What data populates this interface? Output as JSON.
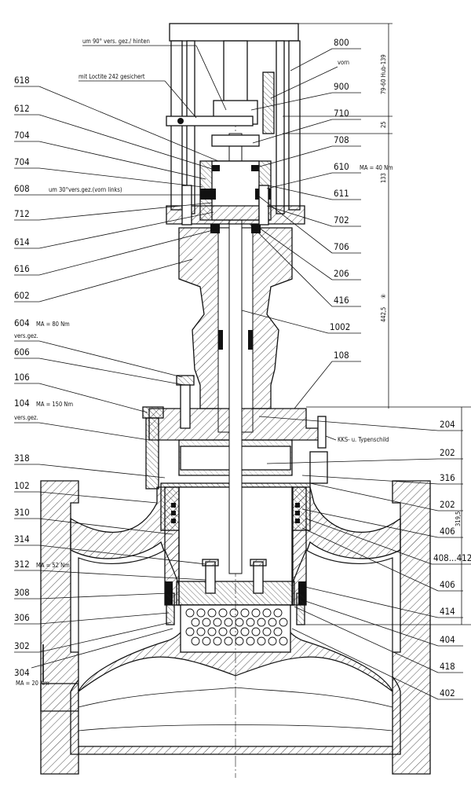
{
  "diagram": {
    "notes": {
      "rotated_rear": "um 90° vers. gez./ hinten",
      "loctite": "mit Loctite 242 gesichert",
      "front": "vorn",
      "rotated_30": "um 30°vers.gez.(vorn links)",
      "nameplate": "KKS- u. Typenschild",
      "ma_80": "MA = 80 Nm",
      "ma_150": "MA = 150 Nm",
      "ma_52": "MA = 52 Nm",
      "ma_20": "MA = 20 Nm",
      "ma_40": "MA = 40 Nm",
      "vers_gez_1": "vers.gez.",
      "vers_gez_2": "vers.gez."
    },
    "left_labels": [
      "618",
      "612",
      "704",
      "704",
      "608",
      "712",
      "614",
      "616",
      "602",
      "604",
      "606",
      "106",
      "104",
      "318",
      "102",
      "310",
      "314",
      "312",
      "308",
      "306",
      "302",
      "304"
    ],
    "right_labels": [
      "800",
      "900",
      "710",
      "708",
      "610",
      "611",
      "702",
      "706",
      "206",
      "416",
      "1002",
      "108",
      "204",
      "202",
      "316",
      "202",
      "406",
      "408...412",
      "406",
      "414",
      "404",
      "418",
      "402"
    ],
    "dimensions": {
      "stroke": "79-60 Hub-139",
      "d25": "25",
      "d133": "133",
      "d442": "442,5",
      "d319": "319,5",
      "mark": "⑧"
    }
  }
}
